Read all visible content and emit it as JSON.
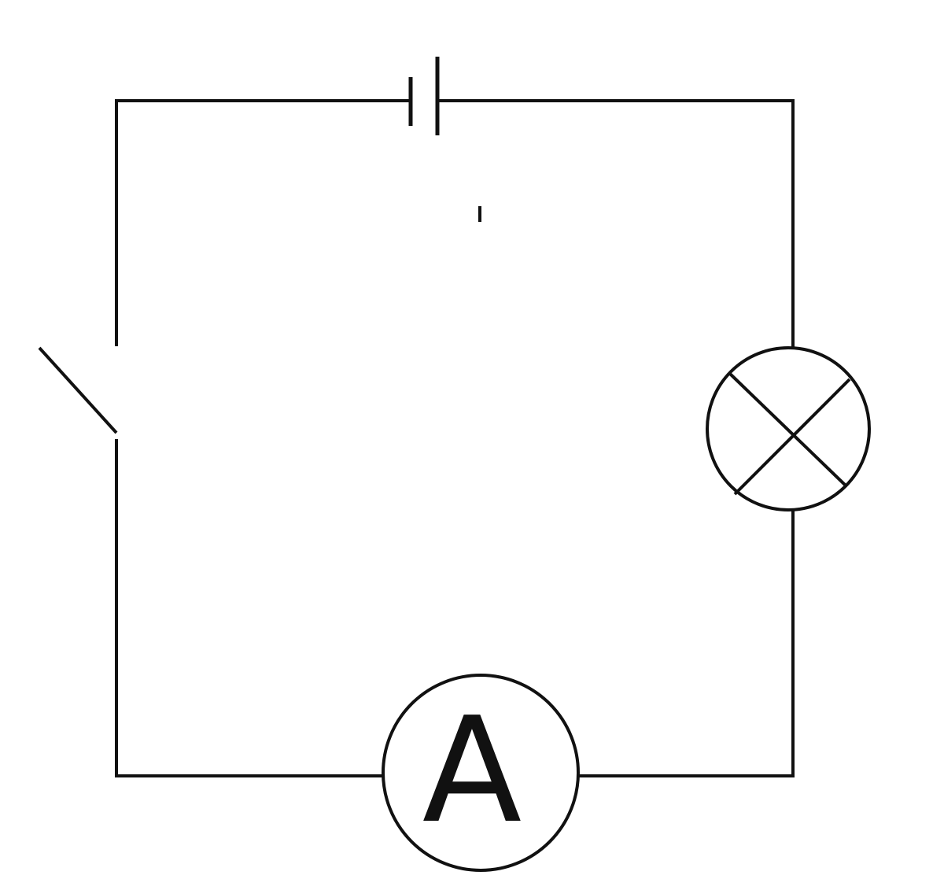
{
  "diagram": {
    "type": "circuit",
    "components": {
      "battery": {
        "name": "cell"
      },
      "switch": {
        "name": "switch",
        "state": "open"
      },
      "lamp": {
        "name": "lamp"
      },
      "ammeter": {
        "name": "ammeter",
        "label": "A"
      }
    },
    "colors": {
      "stroke": "#111111",
      "background": "#ffffff"
    }
  }
}
